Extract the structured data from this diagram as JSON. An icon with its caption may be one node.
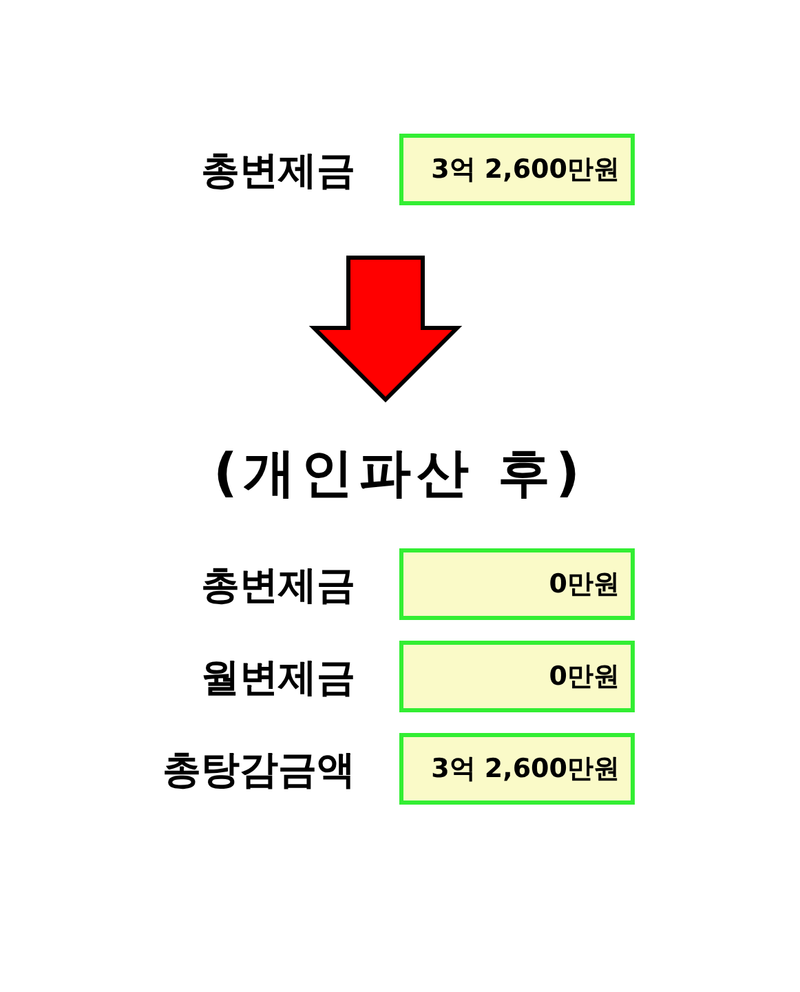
{
  "diagram": {
    "nodes": [
      {
        "text": [
          "3억 2,600만원"
        ],
        "beside": [
          "총변제금"
        ]
      },
      {
        "text": [
          "(개인파산 후)"
        ]
      },
      {
        "text": [
          "0만원"
        ],
        "beside": [
          "총변제금"
        ]
      },
      {
        "text": [
          "0만원"
        ],
        "beside": [
          "월변제금"
        ]
      },
      {
        "text": [
          "3억 2,600만원"
        ],
        "beside": [
          "총탕감금액"
        ]
      }
    ],
    "edges": [
      {
        "from": 0,
        "to": 1,
        "arrow": "to"
      }
    ]
  }
}
